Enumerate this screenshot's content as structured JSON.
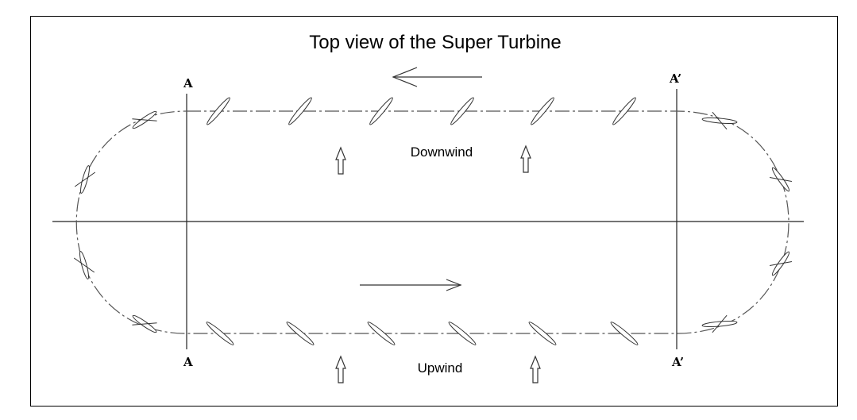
{
  "diagram": {
    "title": "Top view of the Super Turbine",
    "label_downwind": "Downwind",
    "label_upwind": "Upwind",
    "section_a_top": "A",
    "section_a_bottom": "A",
    "section_a_prime_top": "A’",
    "section_a_prime_bottom": "A’"
  }
}
